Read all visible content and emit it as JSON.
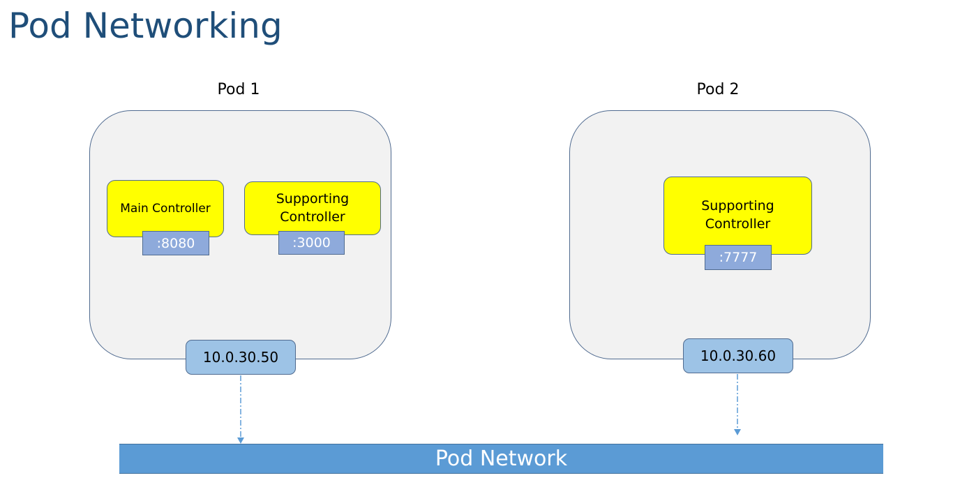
{
  "title": "Pod Networking",
  "pods": [
    {
      "label": "Pod 1",
      "ip": "10.0.30.50",
      "containers": [
        {
          "name": "Main Controller",
          "port": ":8080"
        },
        {
          "name": "Supporting\nController",
          "port": ":3000"
        }
      ]
    },
    {
      "label": "Pod 2",
      "ip": "10.0.30.60",
      "containers": [
        {
          "name": "Supporting\nController",
          "port": ":7777"
        }
      ]
    }
  ],
  "network": {
    "label": "Pod Network"
  },
  "colors": {
    "title": "#1f4e79",
    "pod_fill": "#f2f2f2",
    "container_fill": "#ffff00",
    "port_fill": "#8eaadb",
    "ip_fill": "#9dc3e6",
    "network_fill": "#5b9bd5",
    "connector": "#5b9bd5"
  }
}
